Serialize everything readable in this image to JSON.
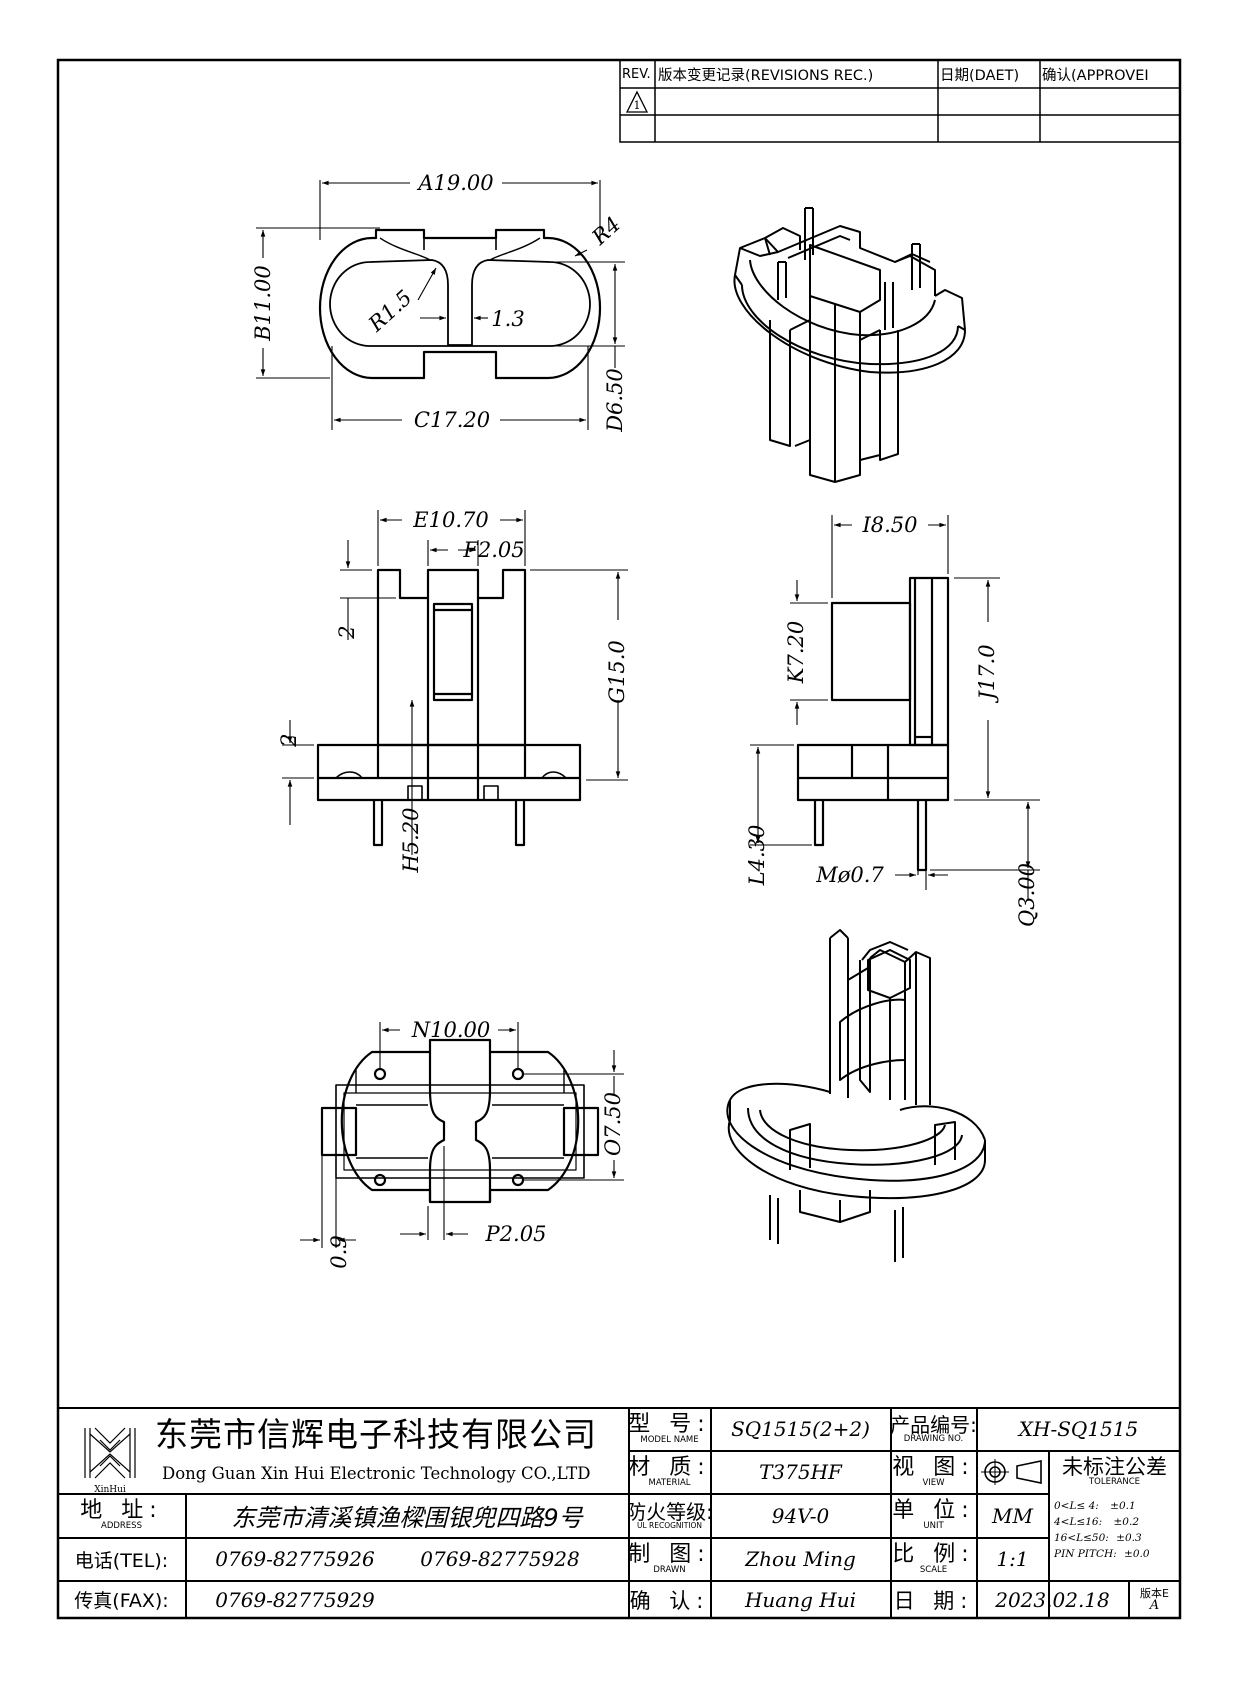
{
  "revision_table": {
    "col_rev": "REV.",
    "col_record": "版本变更记录(REVISIONS REC.)",
    "col_date": "日期(DAET)",
    "col_approve": "确认(APPROVEI",
    "row1_rev_symbol": "1"
  },
  "dimensions": {
    "top": {
      "a": "A19.00",
      "b": "B11.00",
      "c": "C17.20",
      "d": "D6.50",
      "r4": "R4",
      "r15": "R1.5",
      "w13": "1.3"
    },
    "front": {
      "e": "E10.70",
      "f": "F2.05",
      "g": "G15.0",
      "h": "H5.20",
      "two_a": "2",
      "two_b": "2"
    },
    "side": {
      "i": "I8.50",
      "j": "J17.0",
      "k": "K7.20",
      "l": "L4.30",
      "m": "Mø0.7",
      "q": "Q3.00"
    },
    "bottom": {
      "n": "N10.00",
      "o": "O7.50",
      "p": "P2.05",
      "w09": "0.9"
    }
  },
  "title_block": {
    "company_cn": "东莞市信辉电子科技有限公司",
    "company_en": "Dong Guan Xin Hui Electronic Technology CO.,LTD",
    "logo_text": "XinHui",
    "address_label_cn": "地 址:",
    "address_label_en": "ADDRESS",
    "address_value": "东莞市清溪镇渔樑围银兜四路9号",
    "tel_label": "电话(TEL):",
    "tel_value_1": "0769-82775926",
    "tel_value_2": "0769-82775928",
    "fax_label": "传真(FAX):",
    "fax_value": "0769-82775929",
    "model_label_cn": "型 号:",
    "model_label_en": "MODEL NAME",
    "model_value": "SQ1515(2+2)",
    "drawing_no_label_cn": "产品编号:",
    "drawing_no_label_en": "DRAWING NO.",
    "drawing_no_value": "XH-SQ1515",
    "material_label_cn": "材 质:",
    "material_label_en": "MATERIAL",
    "material_value": "T375HF",
    "view_label_cn": "视 图:",
    "view_label_en": "VIEW",
    "tolerance_label_cn": "未标注公差",
    "tolerance_label_en": "TOLERANCE",
    "flame_label_cn": "防火等级:",
    "flame_label_en": "UL RECOGNITION",
    "flame_value": "94V-0",
    "unit_label_cn": "单 位:",
    "unit_label_en": "UNIT",
    "unit_value": "MM",
    "drawn_label_cn": "制 图:",
    "drawn_label_en": "DRAWN",
    "drawn_value": "Zhou Ming",
    "scale_label_cn": "比 例:",
    "scale_label_en": "SCALE",
    "scale_value": "1:1",
    "confirm_label_cn": "确 认:",
    "confirm_value": "Huang Hui",
    "date_label_cn": "日 期:",
    "date_value": "2023.02.18",
    "version_label": "版本E",
    "version_value": "A",
    "tolerances": [
      {
        "range": "0<L≤ 4:",
        "value": "±0.1"
      },
      {
        "range": "4<L≤16:",
        "value": "±0.2"
      },
      {
        "range": "16<L≤50:",
        "value": "±0.3"
      },
      {
        "range": "PIN PITCH:",
        "value": "±0.0"
      }
    ]
  }
}
